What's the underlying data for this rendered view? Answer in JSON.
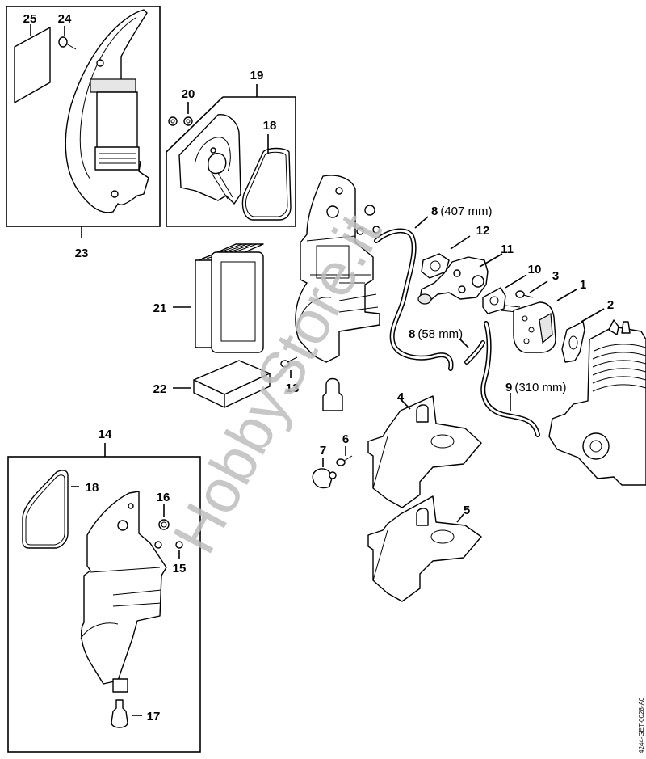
{
  "diagram": {
    "type": "exploded-parts-diagram",
    "reference_code": "4244-GET-0028-A0",
    "watermark": "HobbyStore.it",
    "colors": {
      "line": "#000000",
      "background": "#ffffff",
      "watermark": "#bdbdbd"
    }
  },
  "callouts": {
    "c1": "1",
    "c2": "2",
    "c3": "3",
    "c4": "4",
    "c5": "5",
    "c6": "6",
    "c7": "7",
    "c8a": "8",
    "c8a_len": "(407 mm)",
    "c8b": "8",
    "c8b_len": "(58 mm)",
    "c9": "9",
    "c9_len": "(310 mm)",
    "c10": "10",
    "c11": "11",
    "c12": "12",
    "c13": "13",
    "c14": "14",
    "c15": "15",
    "c16": "16",
    "c17": "17",
    "c18a": "18",
    "c18b": "18",
    "c19": "19",
    "c20": "20",
    "c21": "21",
    "c22": "22",
    "c23": "23",
    "c24": "24",
    "c25": "25"
  },
  "parts": [
    {
      "id": "1",
      "name": "carburetor-flange"
    },
    {
      "id": "2",
      "name": "gasket-flange"
    },
    {
      "id": "3",
      "name": "screw"
    },
    {
      "id": "4",
      "name": "baffle-upper"
    },
    {
      "id": "5",
      "name": "baffle-lower"
    },
    {
      "id": "6",
      "name": "screw"
    },
    {
      "id": "7",
      "name": "purge-pump"
    },
    {
      "id": "8",
      "name": "fuel-hose",
      "lengths": [
        "407 mm",
        "58 mm"
      ]
    },
    {
      "id": "9",
      "name": "fuel-hose",
      "lengths": [
        "310 mm"
      ]
    },
    {
      "id": "10",
      "name": "gasket"
    },
    {
      "id": "11",
      "name": "carburetor"
    },
    {
      "id": "12",
      "name": "gasket"
    },
    {
      "id": "13",
      "name": "screw"
    },
    {
      "id": "14",
      "name": "air-filter-housing-kit"
    },
    {
      "id": "15",
      "name": "nut"
    },
    {
      "id": "16",
      "name": "grommet"
    },
    {
      "id": "17",
      "name": "buffer"
    },
    {
      "id": "18",
      "name": "seal"
    },
    {
      "id": "19",
      "name": "filter-cover-kit"
    },
    {
      "id": "20",
      "name": "nut"
    },
    {
      "id": "21",
      "name": "air-filter"
    },
    {
      "id": "22",
      "name": "pre-filter"
    },
    {
      "id": "23",
      "name": "shroud"
    },
    {
      "id": "24",
      "name": "screw"
    },
    {
      "id": "25",
      "name": "label"
    }
  ]
}
